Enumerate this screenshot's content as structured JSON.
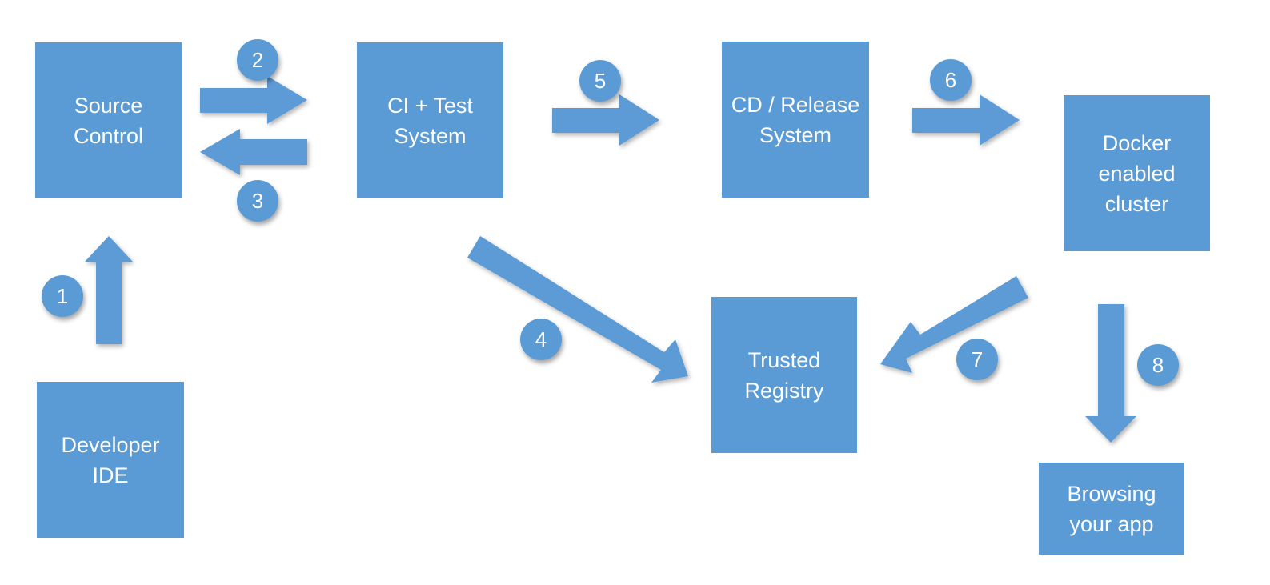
{
  "nodes": {
    "source_control": "Source\nControl",
    "ci_test": "CI + Test\nSystem",
    "cd_release": "CD / Release\nSystem",
    "docker_cluster": "Docker\nenabled\ncluster",
    "developer_ide": "Developer\nIDE",
    "trusted_registry": "Trusted\nRegistry",
    "browsing_app": "Browsing\nyour app"
  },
  "steps": {
    "s1": "1",
    "s2": "2",
    "s3": "3",
    "s4": "4",
    "s5": "5",
    "s6": "6",
    "s7": "7",
    "s8": "8"
  },
  "colors": {
    "fill": "#5b9bd5",
    "text": "#ffffff"
  }
}
